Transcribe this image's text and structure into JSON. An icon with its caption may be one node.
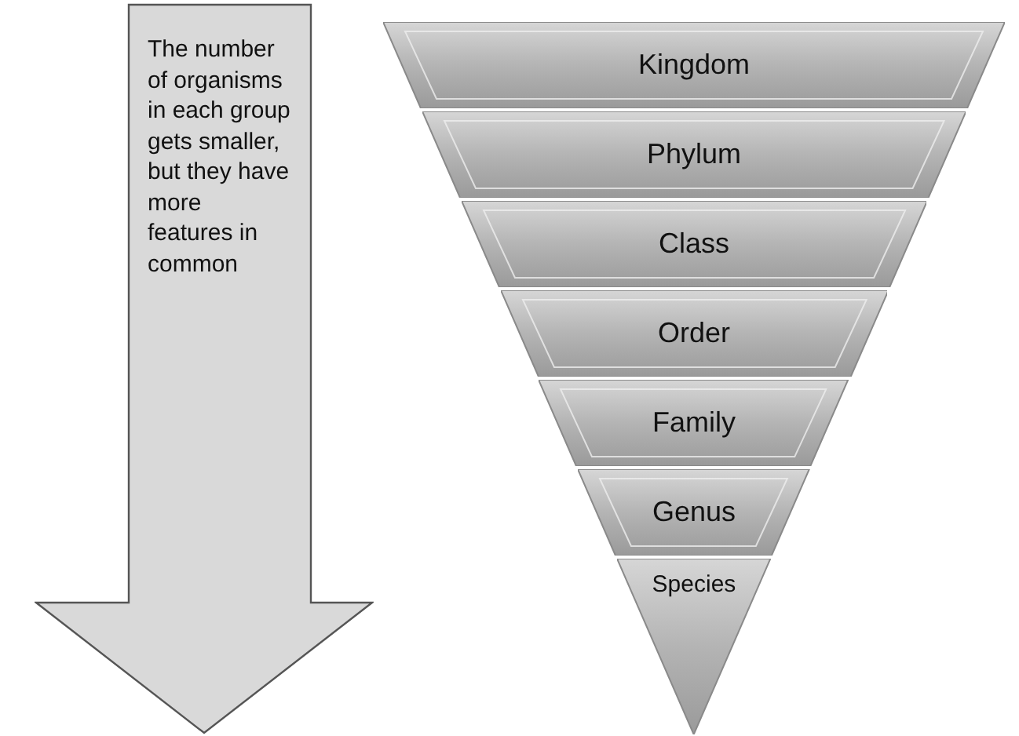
{
  "diagram": {
    "nodes": [
      {
        "text": [
          "The number of organisms in each group gets smaller, but they have more features in common"
        ]
      },
      {
        "text": [
          "Kingdom"
        ]
      },
      {
        "text": [
          "Phylum"
        ]
      },
      {
        "text": [
          "Class"
        ]
      },
      {
        "text": [
          "Order"
        ]
      },
      {
        "text": [
          "Family"
        ]
      },
      {
        "text": [
          "Genus"
        ]
      },
      {
        "text": [
          "Species"
        ]
      }
    ],
    "edges": []
  }
}
